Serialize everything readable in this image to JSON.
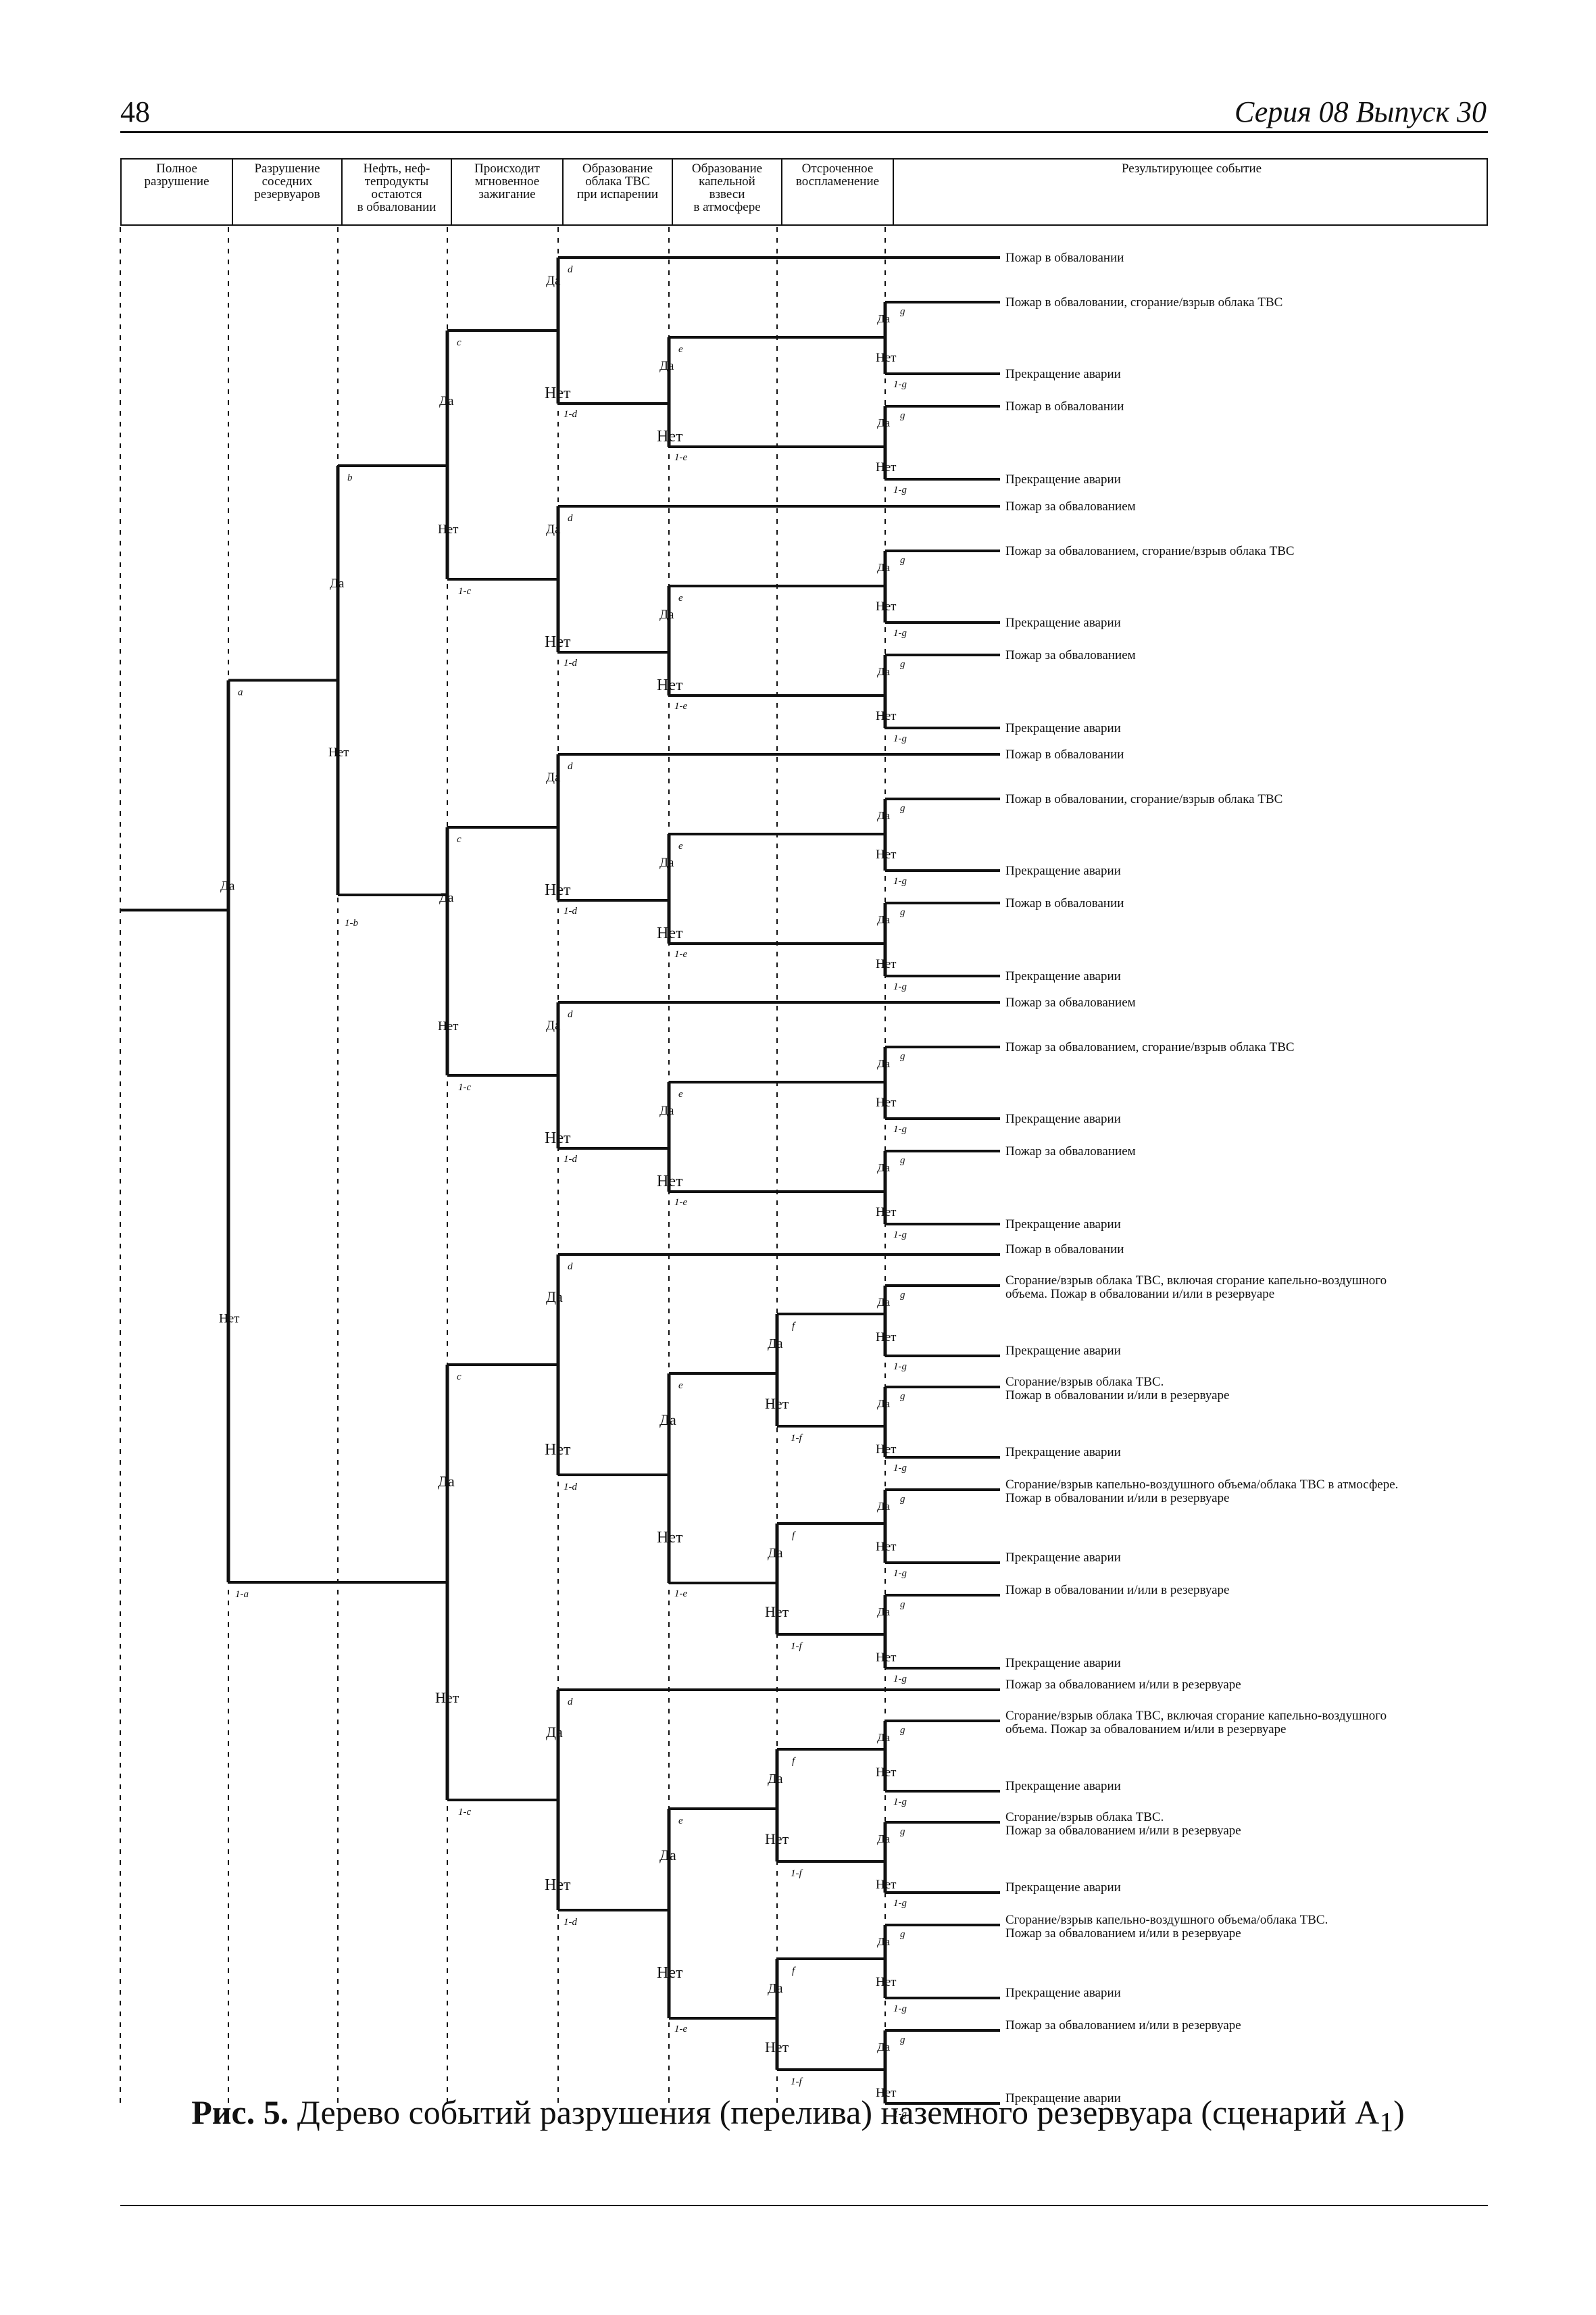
{
  "page": {
    "number": "48",
    "series": "Серия 08 Выпуск 30"
  },
  "header": [
    "Полное\nразрушение",
    "Разрушение\nсоседних\nрезервуаров",
    "Нефть, неф-\nтепродукты\nостаются\nв обваловании",
    "Происходит\nмгновенное\nзажигание",
    "Образование\nоблака ТВС\nпри испарении",
    "Образование\nкапельной\nвзвеси\nв атмосфере",
    "Отсроченное\nвоспламенение",
    "Результирующее событие"
  ],
  "labels": {
    "yes": "Да",
    "no": "Нет"
  },
  "probabilities": {
    "a": "a",
    "not_a": "1-a",
    "b": "b",
    "not_b": "1-b",
    "c": "c",
    "not_c": "1-c",
    "d": "d",
    "not_d": "1-d",
    "e": "e",
    "not_e": "1-e",
    "f": "f",
    "not_f": "1-f",
    "g": "g",
    "not_g": "1-g"
  },
  "outcomes_simple": [
    [
      "Пожар в обваловании",
      "Пожар в обваловании, сгорание/взрыв облака ТВС",
      "Прекращение аварии",
      "Пожар в обваловании",
      "Прекращение аварии"
    ],
    [
      "Пожар за обвалованием",
      "Пожар за обвалованием, сгорание/взрыв облака ТВС",
      "Прекращение аварии",
      "Пожар за обвалованием",
      "Прекращение аварии"
    ],
    [
      "Пожар в обваловании",
      "Пожар в обваловании, сгорание/взрыв облака ТВС",
      "Прекращение аварии",
      "Пожар в обваловании",
      "Прекращение аварии"
    ],
    [
      "Пожар за обвалованием",
      "Пожар за обвалованием, сгорание/взрыв облака ТВС",
      "Прекращение аварии",
      "Пожар за обвалованием",
      "Прекращение аварии"
    ]
  ],
  "outcomes_complex": [
    [
      "Пожар в обваловании",
      "Сгорание/взрыв облака ТВС, включая сгорание капельно-воздушного\nобъема. Пожар в обваловании и/или в резервуаре",
      "Прекращение аварии",
      "Сгорание/взрыв облака ТВС.\nПожар в обваловании и/или в резервуаре",
      "Прекращение аварии",
      "Сгорание/взрыв капельно-воздушного объема/облака ТВС в атмосфере.\nПожар в обваловании и/или в резервуаре",
      "Прекращение аварии",
      "Пожар в обваловании и/или в резервуаре",
      "Прекращение аварии"
    ],
    [
      "Пожар за обвалованием и/или в резервуаре",
      "Сгорание/взрыв облака ТВС, включая сгорание капельно-воздушного\nобъема. Пожар за обвалованием и/или в резервуаре",
      "Прекращение аварии",
      "Сгорание/взрыв облака ТВС.\nПожар за обвалованием и/или в резервуаре",
      "Прекращение аварии",
      "Сгорание/взрыв капельно-воздушного объема/облака ТВС.\nПожар за обвалованием и/или в резервуаре",
      "Прекращение аварии",
      "Пожар за обвалованием и/или в резервуаре",
      "Прекращение аварии"
    ]
  ],
  "caption": {
    "fig": "Рис. 5.",
    "text": " Дерево событий разрушения (перелива) наземного резервуара (сценарий А",
    "sub": "1",
    "close": ")"
  }
}
